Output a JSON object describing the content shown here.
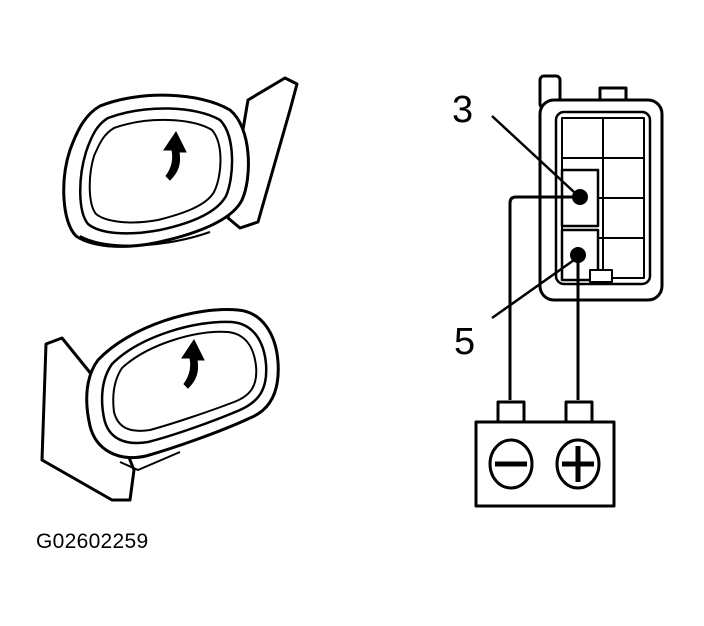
{
  "callouts": {
    "pin_3": "3",
    "pin_5": "5"
  },
  "figure_code": "G02602259",
  "colors": {
    "ink": "#000000",
    "paper": "#ffffff"
  }
}
